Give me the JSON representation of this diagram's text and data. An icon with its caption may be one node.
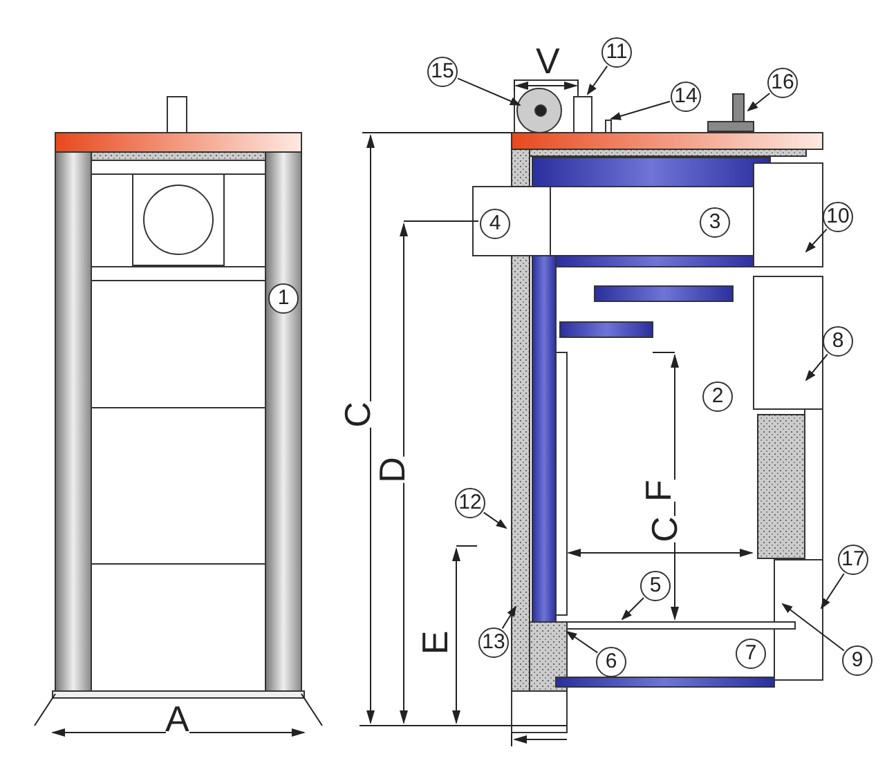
{
  "diagram": {
    "nodes": [
      {
        "text": [
          "15"
        ]
      },
      {
        "text": [
          "11"
        ]
      },
      {
        "text": [
          "14"
        ]
      },
      {
        "text": [
          "16"
        ]
      },
      {
        "text": [
          "10"
        ]
      },
      {
        "text": [
          "8"
        ]
      },
      {
        "text": [
          "12"
        ]
      },
      {
        "text": [
          "17"
        ]
      },
      {
        "text": [
          "5"
        ]
      },
      {
        "text": [
          "13"
        ]
      },
      {
        "text": [
          "9"
        ]
      },
      {
        "text": [
          "6"
        ]
      },
      {
        "text": [
          "3"
        ]
      },
      {
        "text": [
          "4"
        ]
      },
      {
        "text": [
          "1"
        ]
      },
      {
        "text": [
          "2"
        ]
      },
      {
        "text": [
          "7"
        ]
      }
    ],
    "edges": [
      {
        "from": 0,
        "to": null,
        "arrow": "to"
      },
      {
        "from": 1,
        "to": null,
        "arrow": "to"
      },
      {
        "from": 2,
        "to": null,
        "arrow": "to"
      },
      {
        "from": 3,
        "to": null,
        "arrow": "to"
      },
      {
        "from": 4,
        "to": null,
        "arrow": "to"
      },
      {
        "from": 5,
        "to": null,
        "arrow": "to"
      },
      {
        "from": 6,
        "to": null,
        "arrow": "to"
      },
      {
        "from": 7,
        "to": null,
        "arrow": "to"
      },
      {
        "from": 8,
        "to": null,
        "arrow": "to"
      },
      {
        "from": 9,
        "to": null,
        "arrow": "to"
      },
      {
        "from": 10,
        "to": null,
        "arrow": "to"
      },
      {
        "from": 11,
        "to": null,
        "arrow": "to"
      }
    ],
    "labels": [
      "V",
      "C",
      "D",
      "F",
      "C",
      "E",
      "A"
    ]
  }
}
